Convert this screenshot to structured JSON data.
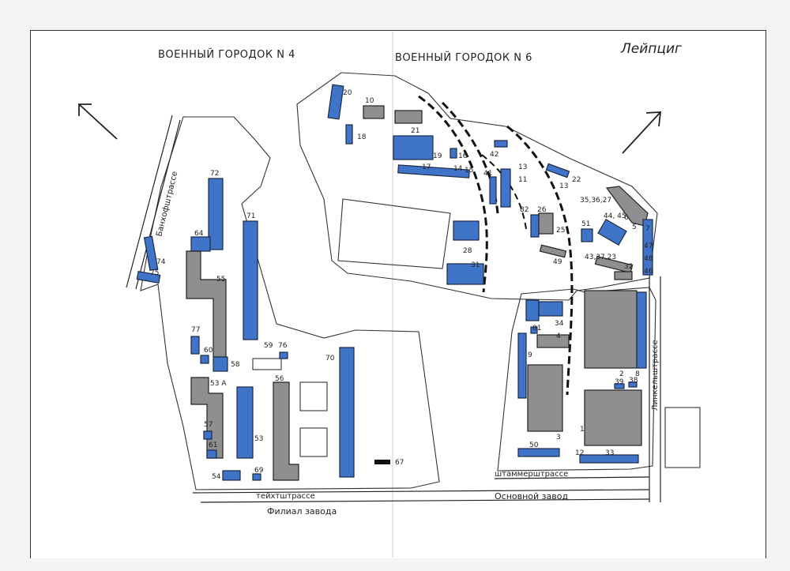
{
  "titles": {
    "left": "ВОЕННЫЙ ГОРОДОК N 4",
    "center": "ВОЕННЫЙ ГОРОДОК N 6",
    "city": "Лейпциг"
  },
  "streets": {
    "bahnhof": "Банхофштрассе",
    "teicht": "тейхтштрассе",
    "stammer": "штаммерштрассе",
    "linkel": "Линкельштрассе"
  },
  "areas": {
    "filial": "Филиал завода",
    "main_plant": "Основной завод"
  },
  "colors": {
    "blue": "#3f74c9",
    "gray": "#8f8f91",
    "ink": "#222222"
  },
  "labels": {
    "n20": "20",
    "n10": "10",
    "n18": "18",
    "n21": "21",
    "n19": "19",
    "n16": "16",
    "n17": "17",
    "n14": "14",
    "n15": "15",
    "n42": "42",
    "n41": "41",
    "n11": "11",
    "n13a": "13",
    "n13b": "13",
    "n22": "22",
    "n82": "82",
    "n26": "26",
    "n25": "25",
    "n3536": "35,36,27",
    "n4445": "44, 45",
    "n6": "6",
    "n5": "5",
    "n7": "7",
    "n47": "47",
    "n48": "48",
    "n46": "46",
    "n51": "51",
    "n433723": "43,37,23",
    "n32": "32",
    "n28": "28",
    "n31": "31",
    "n49": "49",
    "n72": "72",
    "n71": "71",
    "n64": "64",
    "n74": "74",
    "n75": "75",
    "n55": "55",
    "n77": "77",
    "n60": "60",
    "n58": "58",
    "n59": "59",
    "n76": "76",
    "n70": "70",
    "n53a": "53 А",
    "n56": "56",
    "n57": "57",
    "n53": "53",
    "n61": "61",
    "n54": "54",
    "n69": "69",
    "n67": "67",
    "n81": "81",
    "n34": "34",
    "n4": "4",
    "n9": "9",
    "n2": "2",
    "n8": "8",
    "n39": "39",
    "n38": "38",
    "n1": "1",
    "n3": "3",
    "n50": "50",
    "n12": "12",
    "n33": "33"
  }
}
